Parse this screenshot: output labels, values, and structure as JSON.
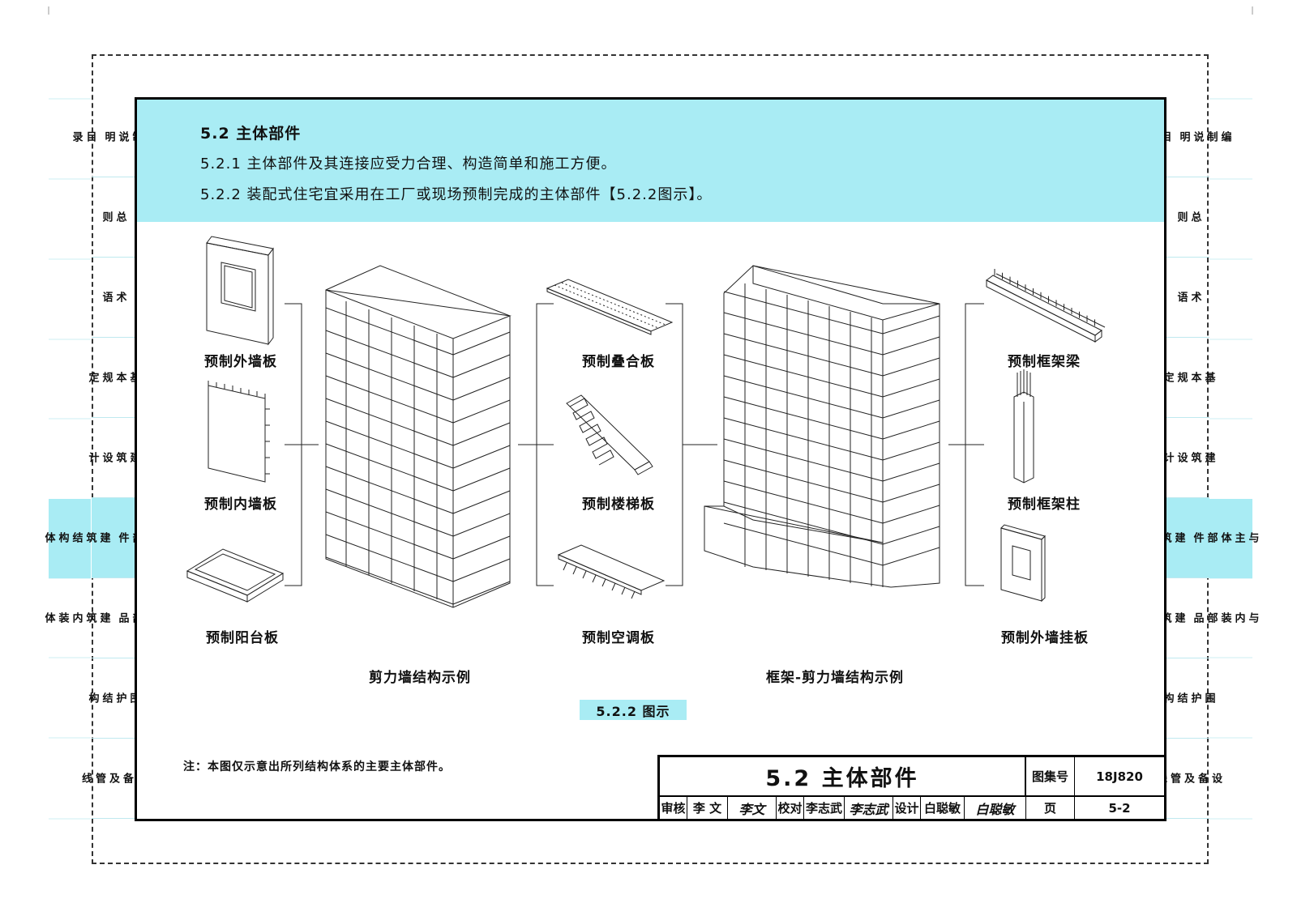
{
  "section": {
    "heading": "5.2 主体部件",
    "clause1": "5.2.1 主体部件及其连接应受力合理、构造简单和施工方便。",
    "clause2": "5.2.2 装配式住宅宜采用在工厂或现场预制完成的主体部件【5.2.2图示】。"
  },
  "side_tabs": [
    {
      "label": "目\n录",
      "label2": "编\n制\n说\n明"
    },
    {
      "label": "总\n则"
    },
    {
      "label": "术\n语"
    },
    {
      "label": "基\n本\n规\n定"
    },
    {
      "label": "建\n筑\n设\n计"
    },
    {
      "label": "建\n筑\n结\n构\n体",
      "label2": "与\n主\n体\n部\n件",
      "active": true
    },
    {
      "label": "建\n筑\n内\n装\n体",
      "label2": "与\n内\n装\n部\n品"
    },
    {
      "label": "围\n护\n结\n构"
    },
    {
      "label": "设\n备\n及\n管\n线"
    }
  ],
  "components": {
    "ext_wall": "预制外墙板",
    "int_wall": "预制内墙板",
    "balcony": "预制阳台板",
    "composite_slab": "预制叠合板",
    "stair": "预制楼梯板",
    "ac_slab": "预制空调板",
    "frame_beam": "预制框架梁",
    "frame_column": "预制框架柱",
    "ext_hanging_panel": "预制外墙挂板"
  },
  "captions": {
    "shear_wall": "剪力墙结构示例",
    "frame_shear_wall": "框架-剪力墙结构示例",
    "figure": "5.2.2 图示"
  },
  "note": "注：本图仅示意出所列结构体系的主要主体部件。",
  "title_block": {
    "title": "5.2 主体部件",
    "atlas_label": "图集号",
    "atlas_no": "18J820",
    "review_label": "审核",
    "reviewer": "李 文",
    "reviewer_sig": "李文",
    "check_label": "校对",
    "checker": "李志武",
    "checker_sig": "李志武",
    "design_label": "设计",
    "designer": "白聪敏",
    "designer_sig": "白聪敏",
    "page_label": "页",
    "page_no": "5-2"
  }
}
